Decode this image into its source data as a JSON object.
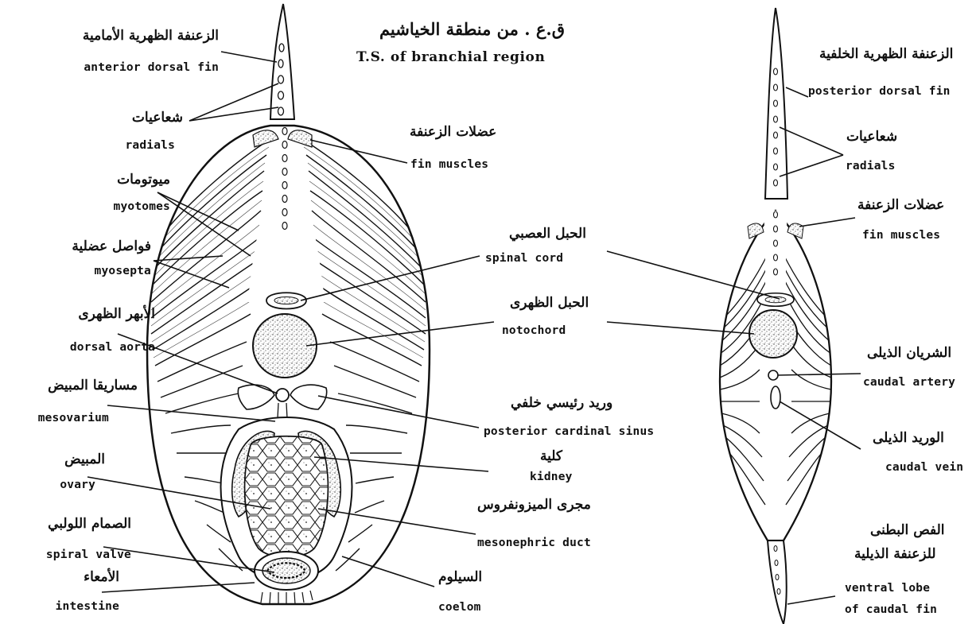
{
  "title": {
    "arabic": "ق.ع . من منطقة الخياشيم",
    "english": "T.S. of branchial region"
  },
  "labels": {
    "anterior_dorsal_fin": {
      "ar": "الزعنفة الظهرية الأمامية",
      "en": "anterior dorsal fin"
    },
    "radials_left": {
      "ar": "شعاعيات",
      "en": "radials"
    },
    "fin_muscles_left": {
      "ar": "عضلات الزعنفة",
      "en": "fin muscles"
    },
    "myotomes": {
      "ar": "ميوتومات",
      "en": "myotomes"
    },
    "myosepta": {
      "ar": "فواصل عضلية",
      "en": "myosepta"
    },
    "spinal_cord": {
      "ar": "الحبل العصبي",
      "en": "spinal cord"
    },
    "notochord": {
      "ar": "الحبل الظهرى",
      "en": "notochord"
    },
    "dorsal_aorta": {
      "ar": "الأبهر الظهرى",
      "en": "dorsal aorta"
    },
    "posterior_cardinal_sinus": {
      "ar": "وريد رئيسي خلفي",
      "en": "posterior cardinal sinus"
    },
    "mesovarium": {
      "ar": "مساريقا المبيض",
      "en": "mesovarium"
    },
    "kidney": {
      "ar": "كلية",
      "en": "kidney"
    },
    "ovary": {
      "ar": "المبيض",
      "en": "ovary"
    },
    "mesonephric_duct": {
      "ar": "مجرى الميزونفروس",
      "en": "mesonephric duct"
    },
    "spiral_valve": {
      "ar": "الصمام اللولبي",
      "en": "spiral valve"
    },
    "intestine": {
      "ar": "الأمعاء",
      "en": "intestine"
    },
    "coelom": {
      "ar": "السيلوم",
      "en": "coelom"
    },
    "posterior_dorsal_fin": {
      "ar": "الزعنفة الظهرية الخلفية",
      "en": "posterior dorsal fin"
    },
    "radials_right": {
      "ar": "شعاعيات",
      "en": "radials"
    },
    "fin_muscles_right": {
      "ar": "عضلات الزعنفة",
      "en": "fin muscles"
    },
    "caudal_artery": {
      "ar": "الشريان الذيلى",
      "en": "caudal artery"
    },
    "caudal_vein": {
      "ar": "الوريد الذيلى",
      "en": "caudal vein"
    },
    "ventral_lobe": {
      "ar1": "الفص البطنى",
      "ar2": "للزعنفة الذيلية",
      "en1": "ventral lobe",
      "en2": "of caudal fin"
    }
  },
  "colors": {
    "ink": "#111111",
    "paper": "#ffffff",
    "stipple": "#555555"
  }
}
